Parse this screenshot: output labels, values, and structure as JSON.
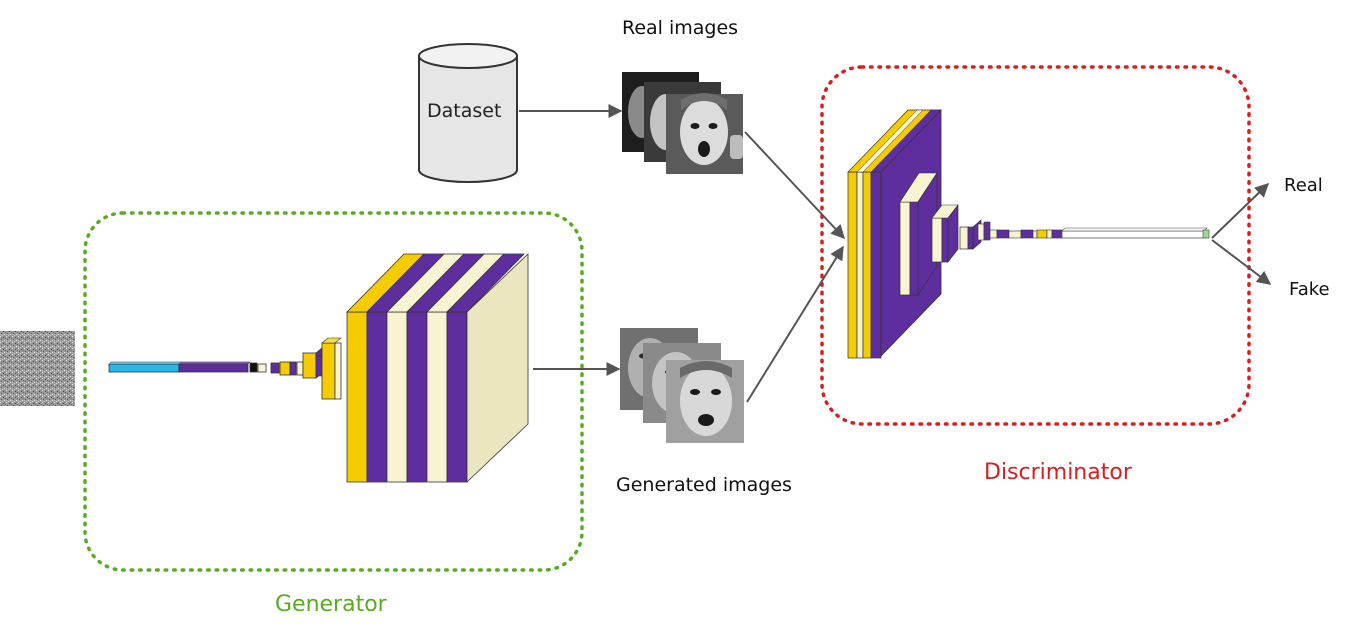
{
  "labels": {
    "dataset": "Dataset",
    "real_images": "Real images",
    "generated_images": "Generated images",
    "generator": "Generator",
    "discriminator": "Discriminator",
    "real": "Real",
    "fake": "Fake"
  },
  "colors": {
    "generator": "#5aaa24",
    "discriminator": "#d42020",
    "arrow": "#555555",
    "yellow": "#f5cc00",
    "purple": "#5e2e9e",
    "cream": "#f8f3d0",
    "cyan": "#27b8ea"
  }
}
